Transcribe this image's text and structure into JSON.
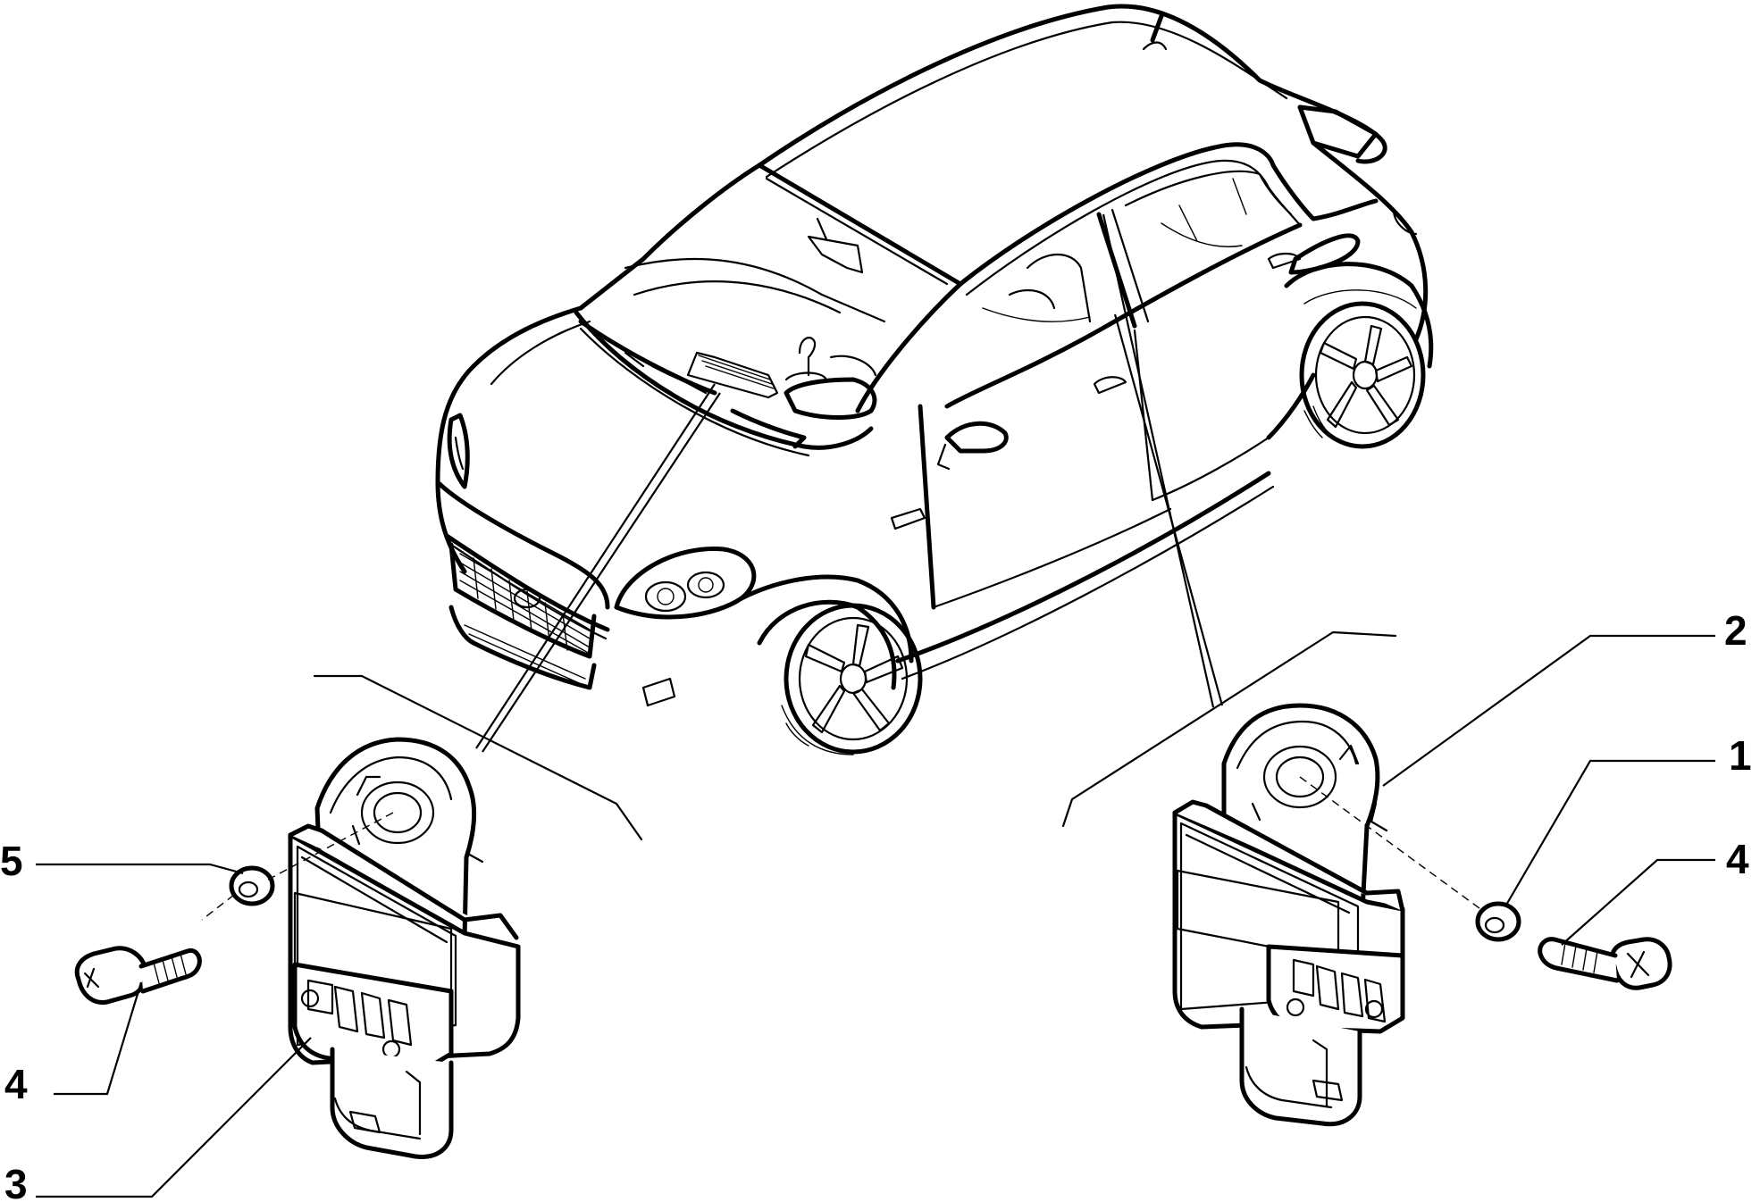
{
  "diagram": {
    "callouts": [
      {
        "id": "c2",
        "label": "2"
      },
      {
        "id": "c1",
        "label": "1"
      },
      {
        "id": "c4-right",
        "label": "4"
      },
      {
        "id": "c5",
        "label": "5"
      },
      {
        "id": "c4-left",
        "label": "4"
      },
      {
        "id": "c3",
        "label": "3"
      }
    ]
  }
}
